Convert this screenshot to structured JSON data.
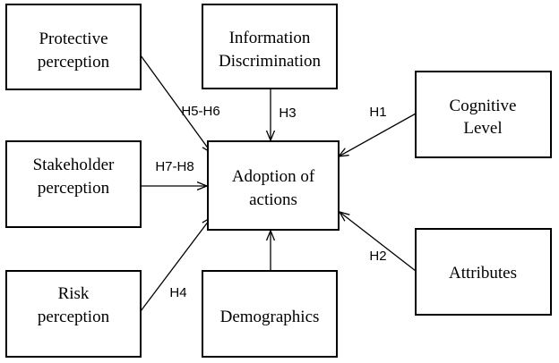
{
  "nodes": {
    "protective": {
      "lines": [
        "Protective",
        "perception"
      ]
    },
    "information": {
      "lines": [
        "Information",
        "Discrimination"
      ]
    },
    "cognitive": {
      "lines": [
        "Cognitive",
        "Level"
      ]
    },
    "stakeholder": {
      "lines": [
        "Stakeholder",
        "perception"
      ]
    },
    "adoption": {
      "lines": [
        "Adoption of",
        "actions"
      ]
    },
    "attributes": {
      "lines": [
        "Attributes"
      ]
    },
    "risk": {
      "lines": [
        "Risk",
        "perception"
      ]
    },
    "demographics": {
      "lines": [
        "Demographics"
      ]
    }
  },
  "edges": {
    "protective": {
      "label": "H5-H6"
    },
    "information": {
      "label": "H3"
    },
    "cognitive": {
      "label": "H1"
    },
    "stakeholder": {
      "label": "H7-H8"
    },
    "attributes": {
      "label": "H2"
    },
    "risk": {
      "label": "H4"
    },
    "demographics": {
      "label": ""
    }
  },
  "colors": {
    "stroke": "#000000",
    "background": "#ffffff"
  }
}
